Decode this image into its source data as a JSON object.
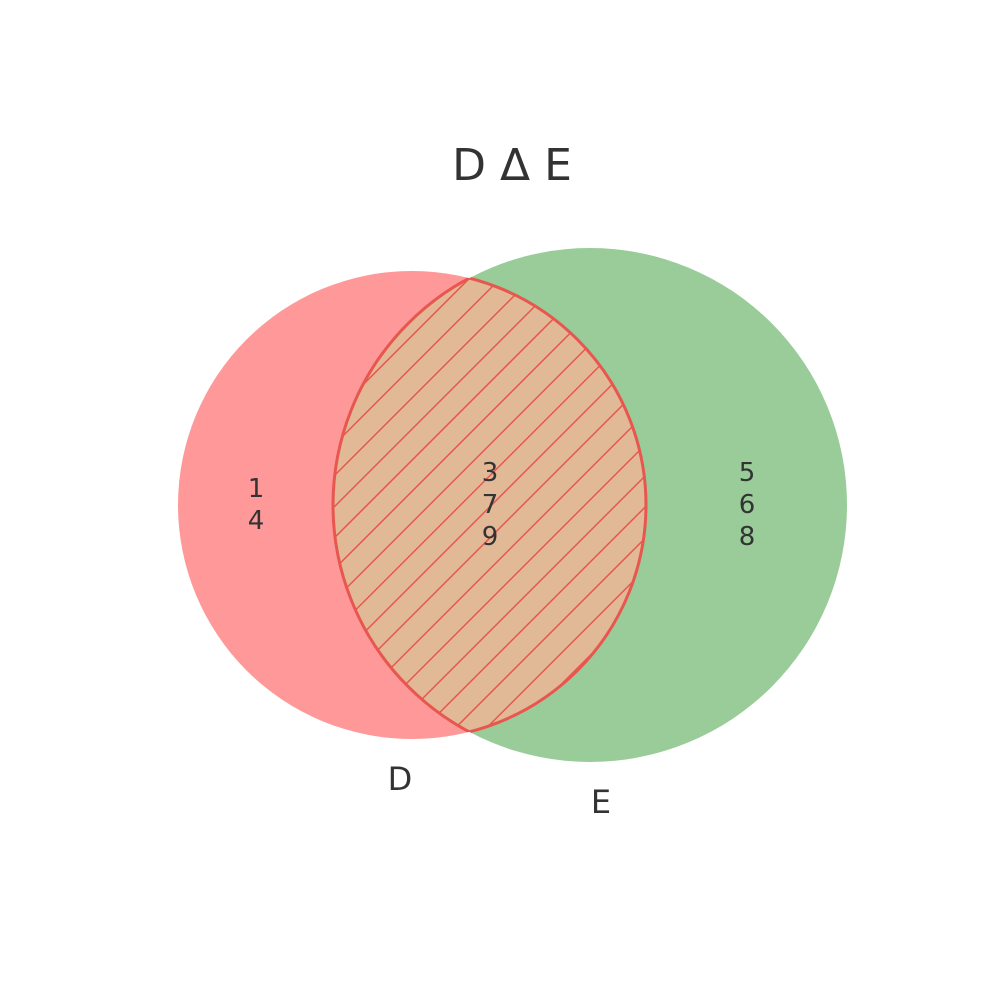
{
  "diagram": {
    "title": "D Δ E",
    "sets": {
      "D": {
        "label": "D",
        "color": "#ff9999",
        "only_elements": [
          "1",
          "4"
        ]
      },
      "E": {
        "label": "E",
        "color": "#99cc99",
        "only_elements": [
          "5",
          "6",
          "8"
        ]
      }
    },
    "intersection": {
      "elements": [
        "3",
        "7",
        "9"
      ],
      "fill_color": "#e1b996",
      "hatch_color": "#e8574f",
      "hatched": true
    }
  }
}
